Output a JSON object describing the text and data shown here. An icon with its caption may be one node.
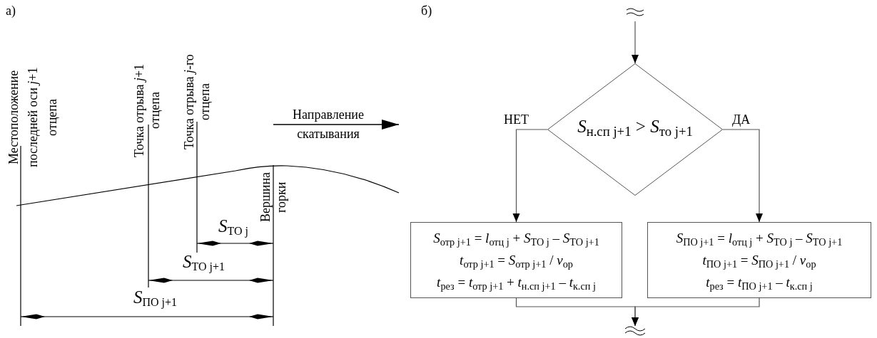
{
  "diagram": {
    "nodes": [
      {
        "text": [
          "*S*$_{н.сп j+1}$ > *S*$_{то j+1}$"
        ]
      },
      {
        "text": [
          "*S*$_{отр j+1}$ = *l*$_{отц j}$ + *S*$_{ТО j}$ – *S*$_{ТО j+1}$",
          "*t*$_{отр j+1}$ = *S*$_{отр j+1}$ / *v*$_{ор}$",
          "*t*$_{рез}$ = *t*$_{отр j+1}$ + *t*$_{н.сп j+1}$ – *t*$_{к.сп j}$"
        ]
      },
      {
        "text": [
          "*S*$_{ПО j+1}$ = *l*$_{отц j}$ + *S*$_{ТО j}$ – *S*$_{TO j+1}$",
          "*t*$_{ПО j+1}$ = *S*$_{ПО j+1}$ / *v*$_{ор}$",
          "*t*$_{рез}$ = *t*$_{ПО j+1}$ – *t*$_{к.сп j}$"
        ]
      }
    ],
    "edges": [
      {
        "from": null,
        "to": 0,
        "arrow": "to"
      },
      {
        "from": 0,
        "to": 1,
        "arrow": "to",
        "label": "НЕТ"
      },
      {
        "from": 0,
        "to": 2,
        "arrow": "to",
        "label": "ДА"
      },
      {
        "from": 1,
        "to": null,
        "arrow": "to"
      },
      {
        "from": 2,
        "to": null,
        "arrow": "to"
      }
    ],
    "labels": [
      "а)",
      "б)",
      "Местоположение последней оси *j*+1 отцепа",
      "Точка отрыва *j*+1 отцепа",
      "Точка отрыва *j*-го отцепа",
      "Направление скатывания",
      "Вершина горки",
      "*S*$_{ТО j}$",
      "*S*$_{ТО j+1}$",
      "*S*$_{ПО j+1}$"
    ]
  }
}
